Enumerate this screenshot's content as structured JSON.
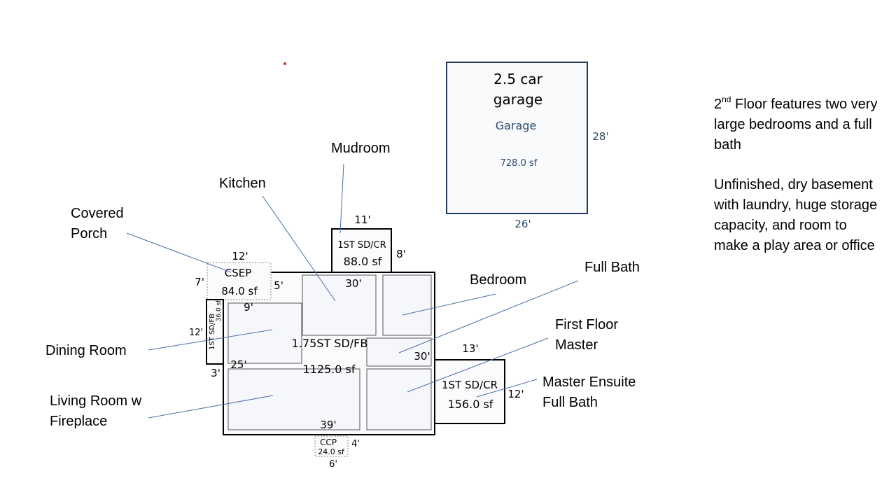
{
  "garage": {
    "title_line1": "2.5 car",
    "title_line2": "garage",
    "name": "Garage",
    "area": "728.0 sf",
    "dim_side": "28'",
    "dim_bottom": "26'"
  },
  "callouts": {
    "mudroom": "Mudroom",
    "kitchen": "Kitchen",
    "covered_porch_1": "Covered",
    "covered_porch_2": "Porch",
    "bedroom": "Bedroom",
    "full_bath": "Full Bath",
    "first_floor_master_1": "First Floor",
    "first_floor_master_2": "Master",
    "master_ensuite_1": "Master Ensuite",
    "master_ensuite_2": "Full Bath",
    "dining_room": "Dining Room",
    "living_room_1": "Living Room w",
    "living_room_2": "Fireplace"
  },
  "plan_labels": {
    "mud_code": "1ST SD/CR",
    "mud_area": "88.0 sf",
    "mud_dim_top": "11'",
    "mud_dim_side": "8'",
    "csep_code": "CSEP",
    "csep_area": "84.0 sf",
    "csep_dim_top": "12'",
    "csep_dim_left": "7'",
    "csep_dim_right": "5'",
    "fb_code": "1ST SD/FB",
    "fb_area": "36.0 sf",
    "fb_dim_side": "12'",
    "fb_dim_bottom": "3'",
    "main_code": "1.75ST SD/FB",
    "main_area": "1125.0 sf",
    "main_dim_top": "30'",
    "main_dim_inner_9": "9'",
    "main_dim_25": "25'",
    "main_dim_right": "30'",
    "main_dim_bottom": "39'",
    "master_code": "1ST SD/CR",
    "master_area": "156.0 sf",
    "master_dim_top": "13'",
    "master_dim_side": "12'",
    "ccp_code": "CCP",
    "ccp_area": "24.0 sf",
    "ccp_dim_side": "4'",
    "ccp_dim_bottom": "6'"
  },
  "notes": {
    "floor2_sup_num": "2",
    "floor2_sup": "nd",
    "floor2_text": " Floor features two very large bedrooms and a full bath",
    "basement": "Unfinished, dry basement with laundry, huge storage capacity, and room to make a play area or office"
  },
  "colors": {
    "garage_border": "#1f3a5f",
    "garage_text": "#2c4a6e",
    "leader": "#4a6fa5",
    "room_fill": "#f6f7fa"
  }
}
